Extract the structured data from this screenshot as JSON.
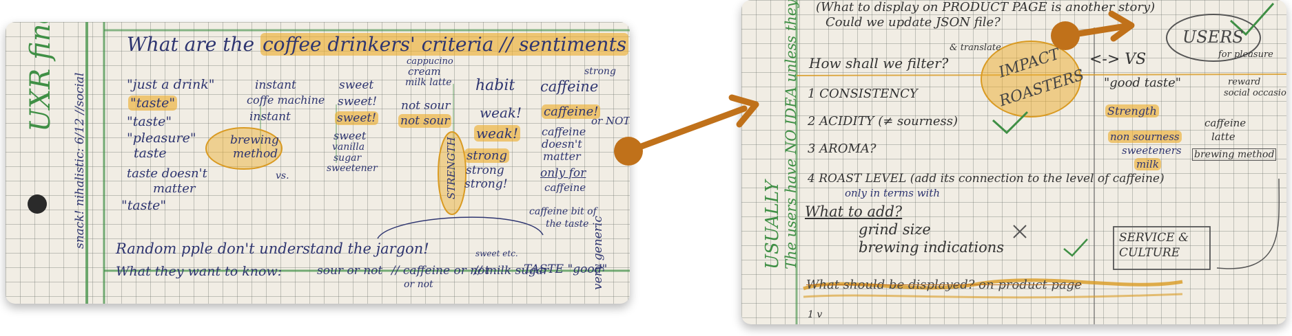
{
  "colors": {
    "paper": "#f1ede4",
    "ink": "#2e3570",
    "green": "#3f8f45",
    "highlight": "#ecac2c",
    "arrow": "#c0711a"
  },
  "left_card": {
    "side_title": "UXR findings",
    "side_subtitle": "snack! nihalistic: 6/12 //social",
    "heading": {
      "prefix": "What are the",
      "highlighted": "coffee drinkers' criteria // sentiments"
    },
    "col1": {
      "quote1": "\"just a drink\"",
      "taste1": "\"taste\"",
      "taste2": "\"taste\"",
      "pleasure": "\"pleasure\"",
      "taste3": "taste",
      "doesnt": "taste doesn't",
      "matter": "matter",
      "taste4": "\"taste\""
    },
    "col2": {
      "instant": "instant",
      "coffee_machine": "coffe machine",
      "instant2": "instant",
      "brewing": "brewing",
      "method": "method",
      "vs": "vs."
    },
    "col3": {
      "sweet1": "sweet",
      "sweet2": "sweet!",
      "sweet3": "sweet!",
      "sweet4": "sweet",
      "vanilla": "vanilla",
      "sugar": "sugar",
      "sweetener": "sweetener"
    },
    "col4": {
      "cappuccino": "cappucino",
      "cream": "cream",
      "milk_latte": "milk latte",
      "not_sour": "not sour",
      "not_sour2": "not sour"
    },
    "col5": {
      "habit": "habit",
      "weak1": "weak!",
      "weak2": "weak!",
      "strong1": "strong",
      "strong2": "strong",
      "strong3": "strong!",
      "strength": "STRENGTH"
    },
    "col6": {
      "caffeine": "caffeine",
      "strong": "strong",
      "caffeine2": "caffeine!",
      "caffeine3": "caffeine",
      "doesnt": "doesn't",
      "matter": "matter",
      "or_not": "or NOT",
      "only_for": "only for",
      "caffeine4": "caffeine"
    },
    "caffeine_bit": "caffeine bit of",
    "the_taste": "the taste",
    "random": "Random pple don't understand the jargon!",
    "want": "What they want to know:",
    "sour_not": "sour or not",
    "caffeine_or_not": "// caffeine or not",
    "milk_sugar": "// milk sugar",
    "taste_good": "TASTE \"good\"",
    "very_generic": "very generic",
    "sweet_etc": "sweet etc.",
    "or_not": "or not"
  },
  "right_card": {
    "top1": "(What to display on PRODUCT PAGE is another story)",
    "top2": "Could we update JSON file?",
    "translate": "& translate",
    "filter": "How shall we filter?",
    "impact": "IMPACT",
    "roasters": "ROASTERS",
    "vs": "<-> VS",
    "users": "USERS",
    "side1": "USUALLY",
    "side2": "The users have NO IDEA unless they",
    "items": [
      "1 CONSISTENCY",
      "2 ACIDITY (≠ sourness)",
      "3 AROMA?",
      "4 ROAST LEVEL (add its connection to the level of caffeine)"
    ],
    "only": "only in terms with",
    "what_add": "What to add?",
    "grind": "grind size",
    "brewing": "brewing indications",
    "good_taste": "\"good taste\"",
    "for_pleasure": "for pleasure",
    "reward": "reward",
    "social": "social occasion",
    "strength": "Strength",
    "non_sour": "non sourness",
    "sweeteners": "sweeteners",
    "milk": "milk",
    "caffeine": "caffeine",
    "latte": "latte",
    "brewing_method": "brewing method",
    "service": "SERVICE &",
    "culture": "CULTURE",
    "struck": "What should be displayed? on product page",
    "footer": "1 v"
  }
}
